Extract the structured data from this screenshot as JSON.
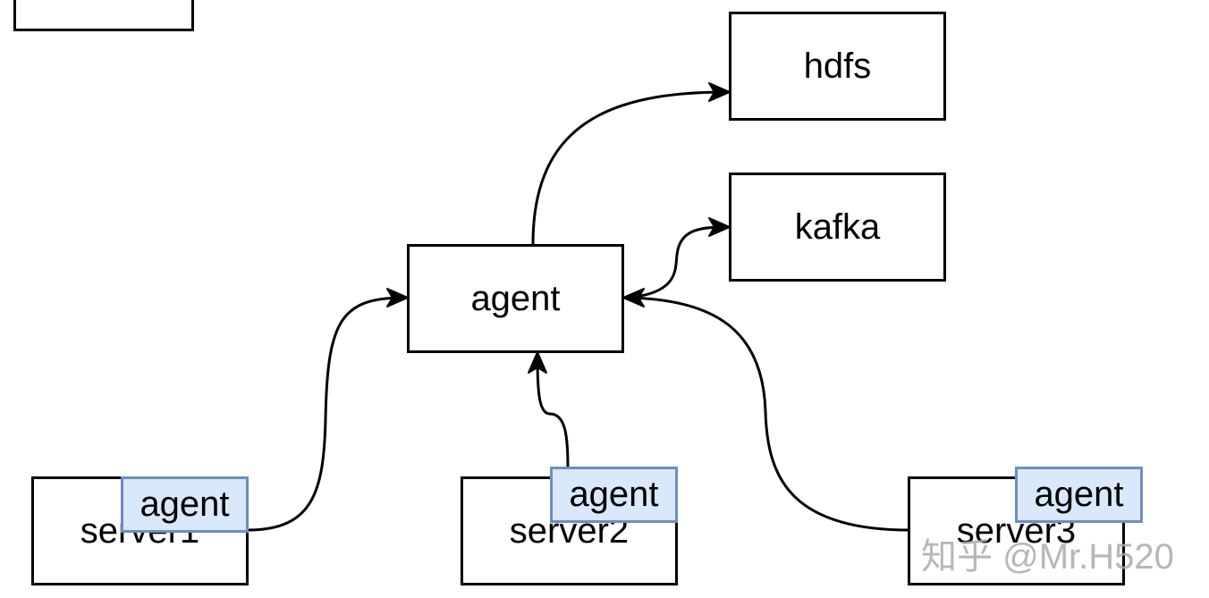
{
  "nodes": {
    "hdfs": "hdfs",
    "kafka": "kafka",
    "agent": "agent",
    "server1": "server1",
    "server2": "server2",
    "server3": "server3"
  },
  "badges": {
    "server1": "agent",
    "server2": "agent",
    "server3": "agent"
  },
  "watermark": "知乎 @Mr.H520",
  "colors": {
    "stroke": "#000000",
    "badge_fill": "#dae8fc",
    "badge_border": "#6c8ebf"
  }
}
